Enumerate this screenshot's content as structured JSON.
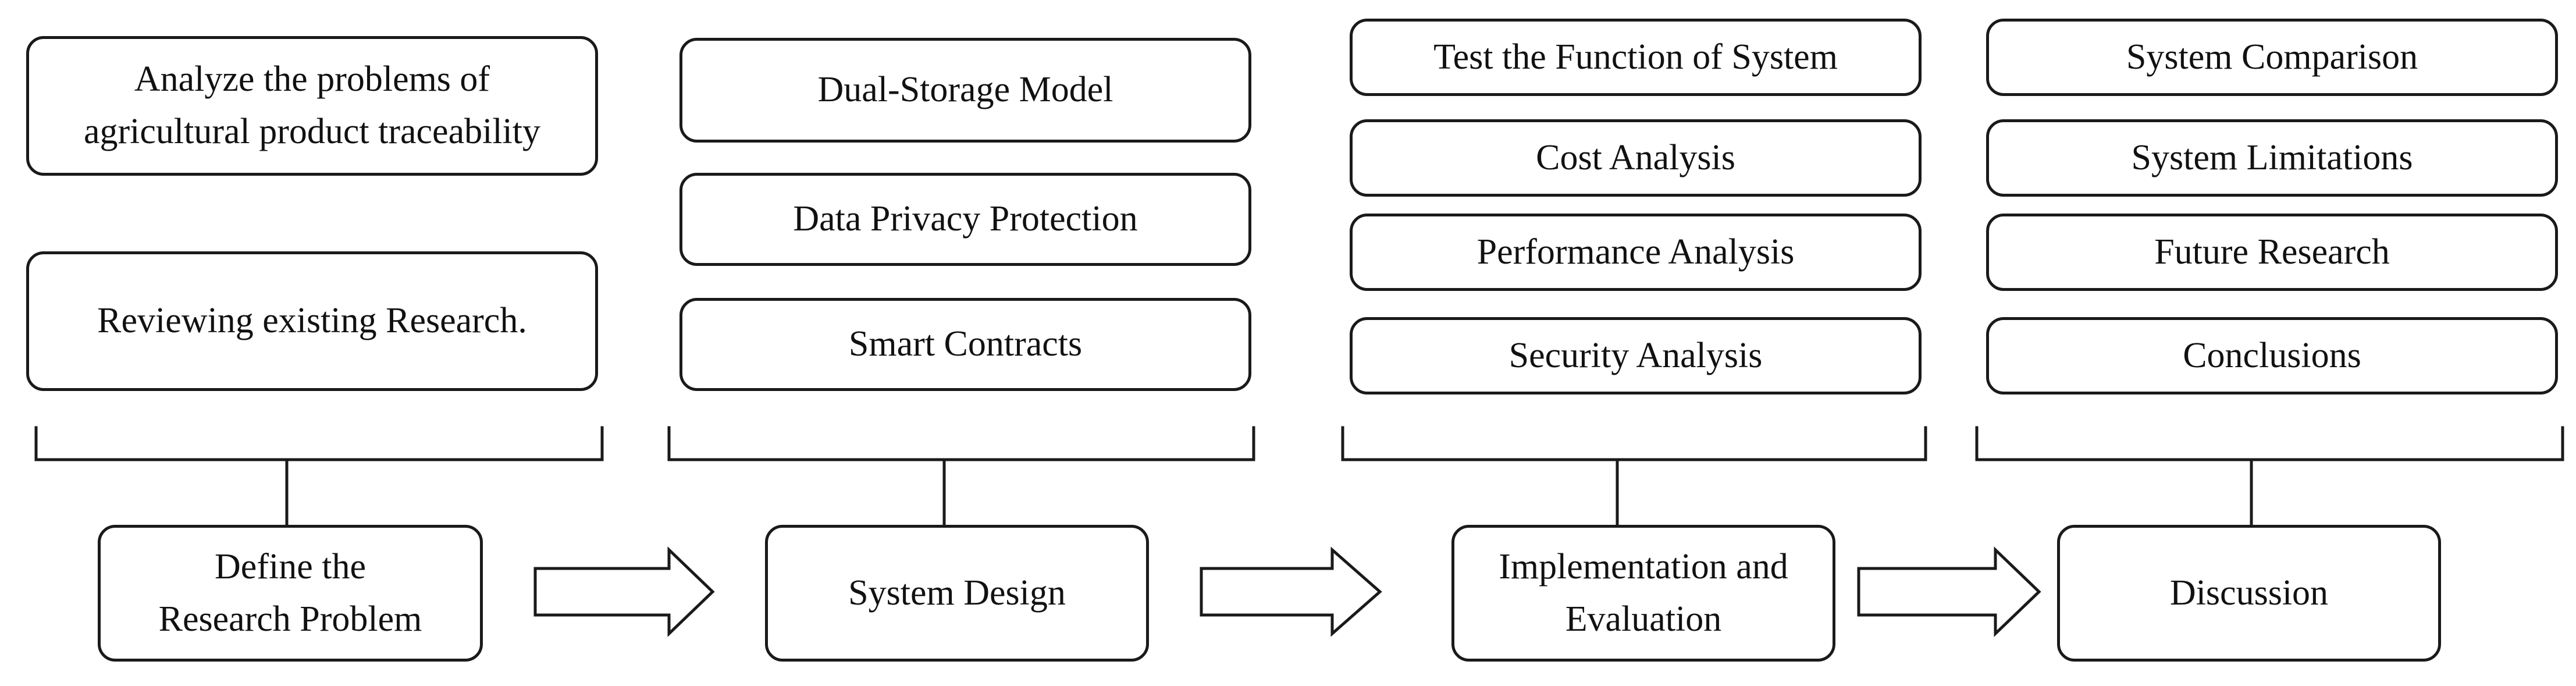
{
  "columns": [
    {
      "items": [
        "Analyze the problems of\nagricultural product  traceability",
        "Reviewing existing Research."
      ],
      "stage": "Define the\nResearch Problem"
    },
    {
      "items": [
        "Dual-Storage Model",
        "Data Privacy Protection",
        "Smart Contracts"
      ],
      "stage": "System Design"
    },
    {
      "items": [
        "Test the Function of System",
        "Cost Analysis",
        "Performance Analysis",
        "Security Analysis"
      ],
      "stage": "Implementation and\nEvaluation"
    },
    {
      "items": [
        "System Comparison",
        "System Limitations",
        "Future Research",
        "Conclusions"
      ],
      "stage": "Discussion"
    }
  ]
}
